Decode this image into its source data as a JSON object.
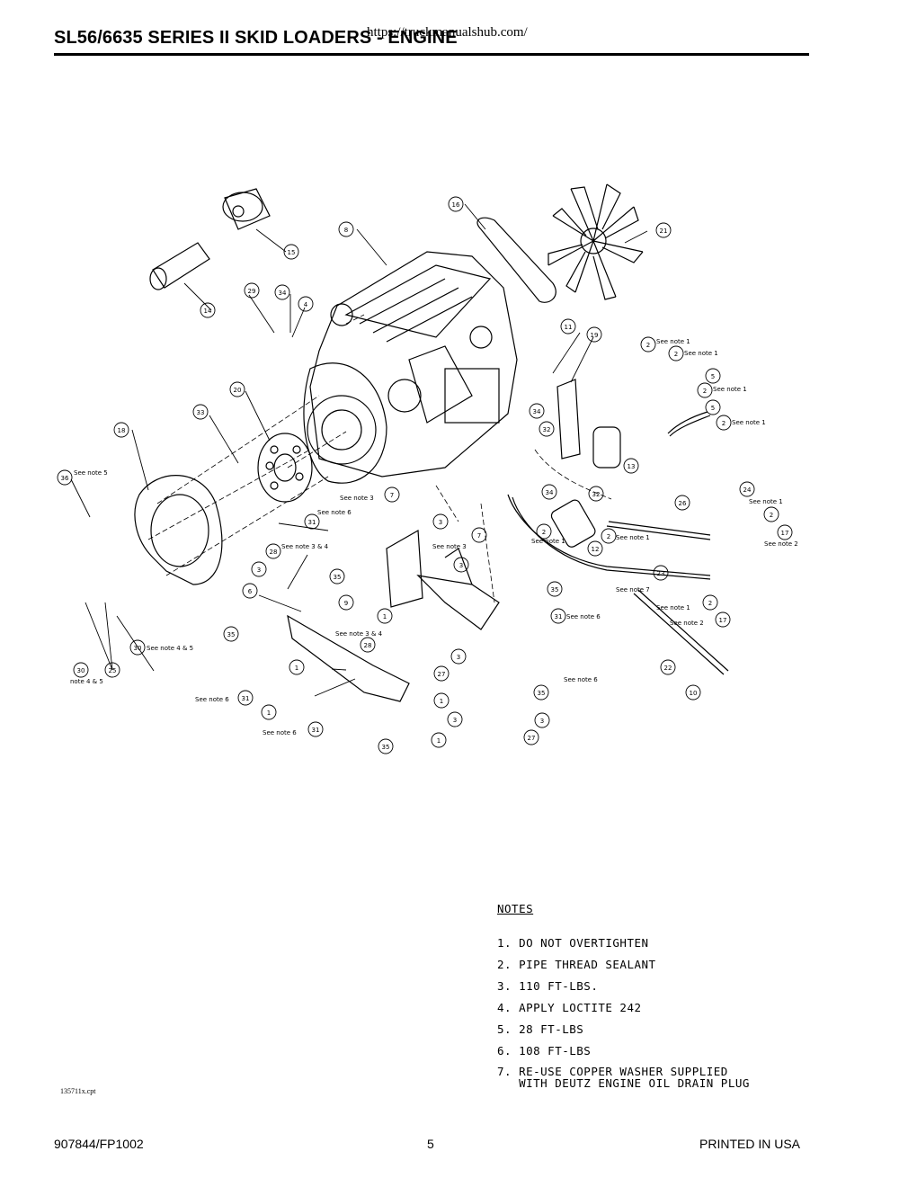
{
  "page": {
    "title": "SL56/6635 SERIES II SKID LOADERS - ENGINE",
    "watermark": "https://truckmanualshub.com/",
    "file_ref": "135711x.cpt",
    "footer": {
      "left": "907844/FP1002",
      "center": "5",
      "right": "PRINTED IN USA"
    }
  },
  "notes": {
    "heading": "NOTES",
    "items": [
      "1. DO NOT OVERTIGHTEN",
      "2. PIPE THREAD SEALANT",
      "3. 110 FT-LBS.",
      "4. APPLY LOCTITE 242",
      "5. 28 FT-LBS",
      "6. 108 FT-LBS",
      "7. RE-USE COPPER WASHER SUPPLIED",
      "   WITH DEUTZ ENGINE OIL DRAIN PLUG"
    ]
  },
  "callouts": {
    "n1": "1",
    "n2": "2",
    "n3": "3",
    "n4": "4",
    "n5": "5",
    "n6": "6",
    "n7": "7",
    "n8": "8",
    "n9": "9",
    "n10": "10",
    "n11": "11",
    "n12": "12",
    "n13": "13",
    "n14": "14",
    "n15": "15",
    "n16": "16",
    "n17": "17",
    "n18": "18",
    "n19": "19",
    "n20": "20",
    "n21": "21",
    "n22": "22",
    "n23": "23",
    "n24": "24",
    "n25": "25",
    "n26": "26",
    "n27": "27",
    "n28": "28",
    "n29": "29",
    "n30": "30",
    "n31": "31",
    "n32": "32",
    "n33": "33",
    "n34": "34",
    "n35": "35",
    "n36": "36"
  },
  "labels": {
    "see_note_1": "See note 1",
    "see_note_2": "See note 2",
    "see_note_3": "See note 3",
    "see_note_5": "See note 5",
    "see_note_6": "See note 6",
    "see_note_7": "See note 7",
    "see_note_3_4": "See note 3 & 4",
    "see_note_4_5": "See note 4 & 5",
    "note_4_5": "note 4 & 5"
  }
}
